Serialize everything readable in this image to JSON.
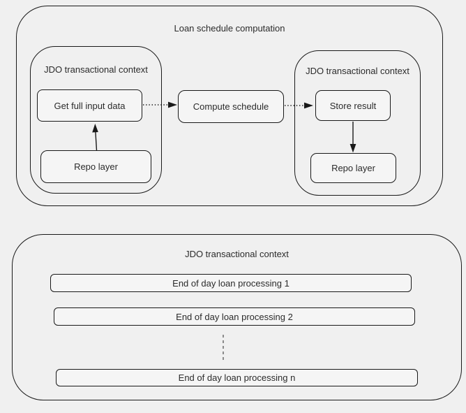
{
  "colors": {
    "background": "#f0f0f0",
    "stroke": "#191919",
    "node_fill": "#f5f5f5",
    "text": "#2b2b2b"
  },
  "top_group": {
    "title": "Loan schedule computation",
    "left_context": {
      "label": "JDO transactional context",
      "nodes": [
        {
          "label": "Get full input data"
        },
        {
          "label": "Repo layer"
        }
      ]
    },
    "compute_node": {
      "label": "Compute schedule"
    },
    "right_context": {
      "label": "JDO transactional context",
      "nodes": [
        {
          "label": "Store result"
        },
        {
          "label": "Repo layer"
        }
      ]
    }
  },
  "bottom_group": {
    "label": "JDO transactional context",
    "items": [
      {
        "label": "End of day loan processing 1"
      },
      {
        "label": "End of day loan processing 2"
      },
      {
        "label": "End of day loan processing n"
      }
    ]
  },
  "edges": [
    {
      "from": "Get full input data",
      "to": "Compute schedule",
      "style": "dotted-arrow"
    },
    {
      "from": "Compute schedule",
      "to": "Store result",
      "style": "dotted-arrow"
    },
    {
      "from": "Repo layer (left)",
      "to": "Get full input data",
      "style": "solid-arrow"
    },
    {
      "from": "Store result",
      "to": "Repo layer (right)",
      "style": "solid-arrow"
    },
    {
      "from": "End of day loan processing 2",
      "to": "End of day loan processing n",
      "style": "dashed-ellipsis-line"
    }
  ]
}
